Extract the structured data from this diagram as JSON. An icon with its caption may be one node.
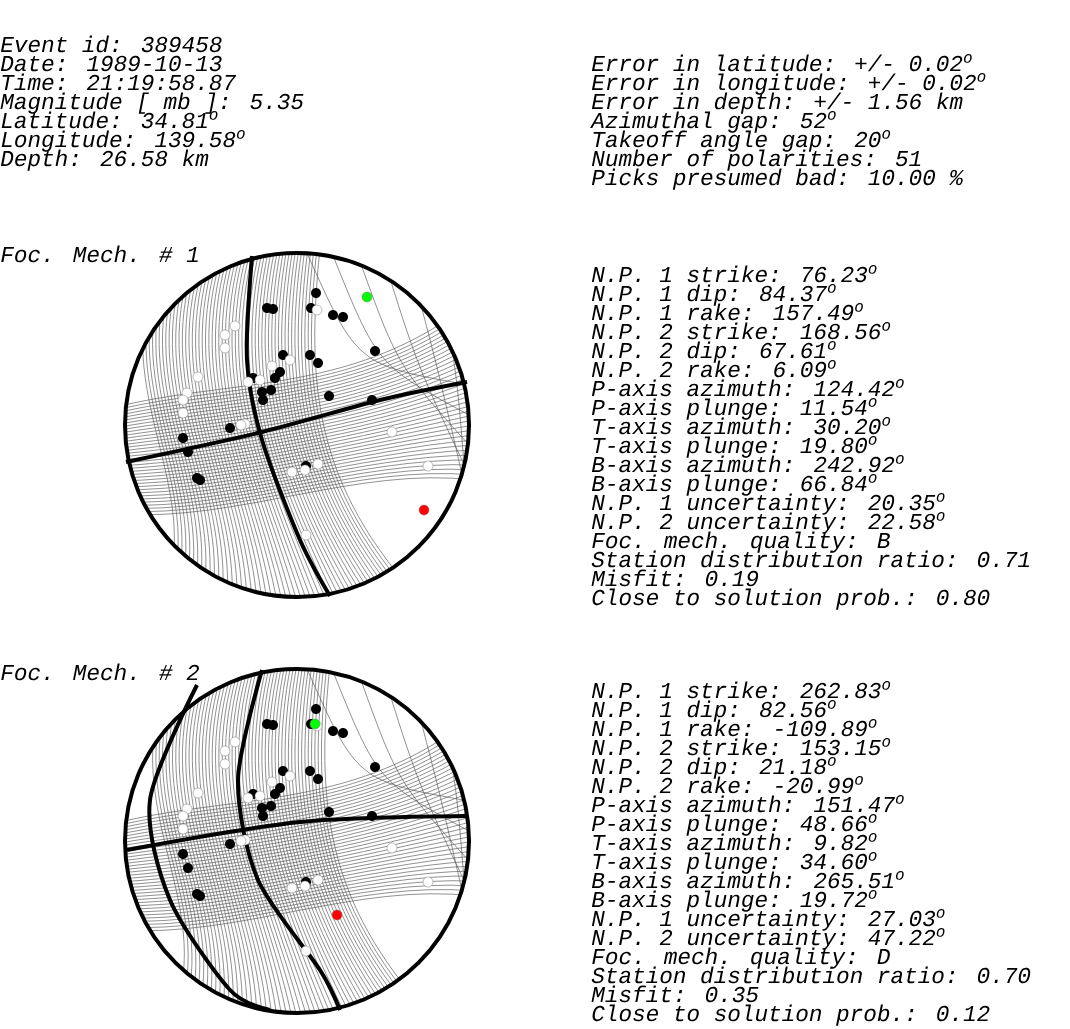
{
  "diagram": {
    "labels": [
      "Event id: 389458",
      "Date: 1989-10-13",
      "Time: 21:19:58.87",
      "Magnitude [ mb ]: 5.35",
      "Latitude: 34.81$^{o}$",
      "Longitude: 139.58$^{o}$",
      "Depth: 26.58 km",
      "Error in latitude: +/- 0.02$^{o}$",
      "Error in longitude: +/- 0.02$^{o}$",
      "Error in depth: +/- 1.56 km",
      "Azimuthal gap: 52$^{o}$",
      "Takeoff angle gap: 20$^{o}$",
      "Number of polarities: 51",
      "Picks presumed bad: 10.00 %",
      "Foc. Mech. # 1",
      "N.P. 1 strike: 76.23$^{o}$",
      "N.P. 1 dip: 84.37$^{o}$",
      "N.P. 1 rake: 157.49$^{o}$",
      "N.P. 2 strike: 168.56$^{o}$",
      "N.P. 2 dip: 67.61$^{o}$",
      "N.P. 2 rake: 6.09$^{o}$",
      "P-axis azimuth: 124.42$^{o}$",
      "P-axis plunge: 11.54$^{o}$",
      "T-axis azimuth: 30.20$^{o}$",
      "T-axis plunge: 19.80$^{o}$",
      "B-axis azimuth: 242.92$^{o}$",
      "B-axis plunge: 66.84$^{o}$",
      "N.P. 1 uncertainty: 20.35$^{o}$",
      "N.P. 2 uncertainty: 22.58$^{o}$",
      "Foc. mech. quality: B",
      "Station distribution ratio: 0.71",
      "Misfit: 0.19",
      "Close to solution prob.: 0.80",
      "Foc. Mech. # 2",
      "N.P. 1 strike: 262.83$^{o}$",
      "N.P. 1 dip: 82.56$^{o}$",
      "N.P. 1 rake: -109.89$^{o}$",
      "N.P. 2 strike: 153.15$^{o}$",
      "N.P. 2 dip: 21.18$^{o}$",
      "N.P. 2 rake: -20.99$^{o}$",
      "P-axis azimuth: 151.47$^{o}$",
      "P-axis plunge: 48.66$^{o}$",
      "T-axis azimuth: 9.82$^{o}$",
      "T-axis plunge: 34.60$^{o}$",
      "B-axis azimuth: 265.51$^{o}$",
      "B-axis plunge: 19.72$^{o}$",
      "N.P. 1 uncertainty: 27.03$^{o}$",
      "N.P. 2 uncertainty: 47.22$^{o}$",
      "Foc. mech. quality: D",
      "Station distribution ratio: 0.70",
      "Misfit: 0.35",
      "Close to solution prob.: 0.12"
    ]
  }
}
